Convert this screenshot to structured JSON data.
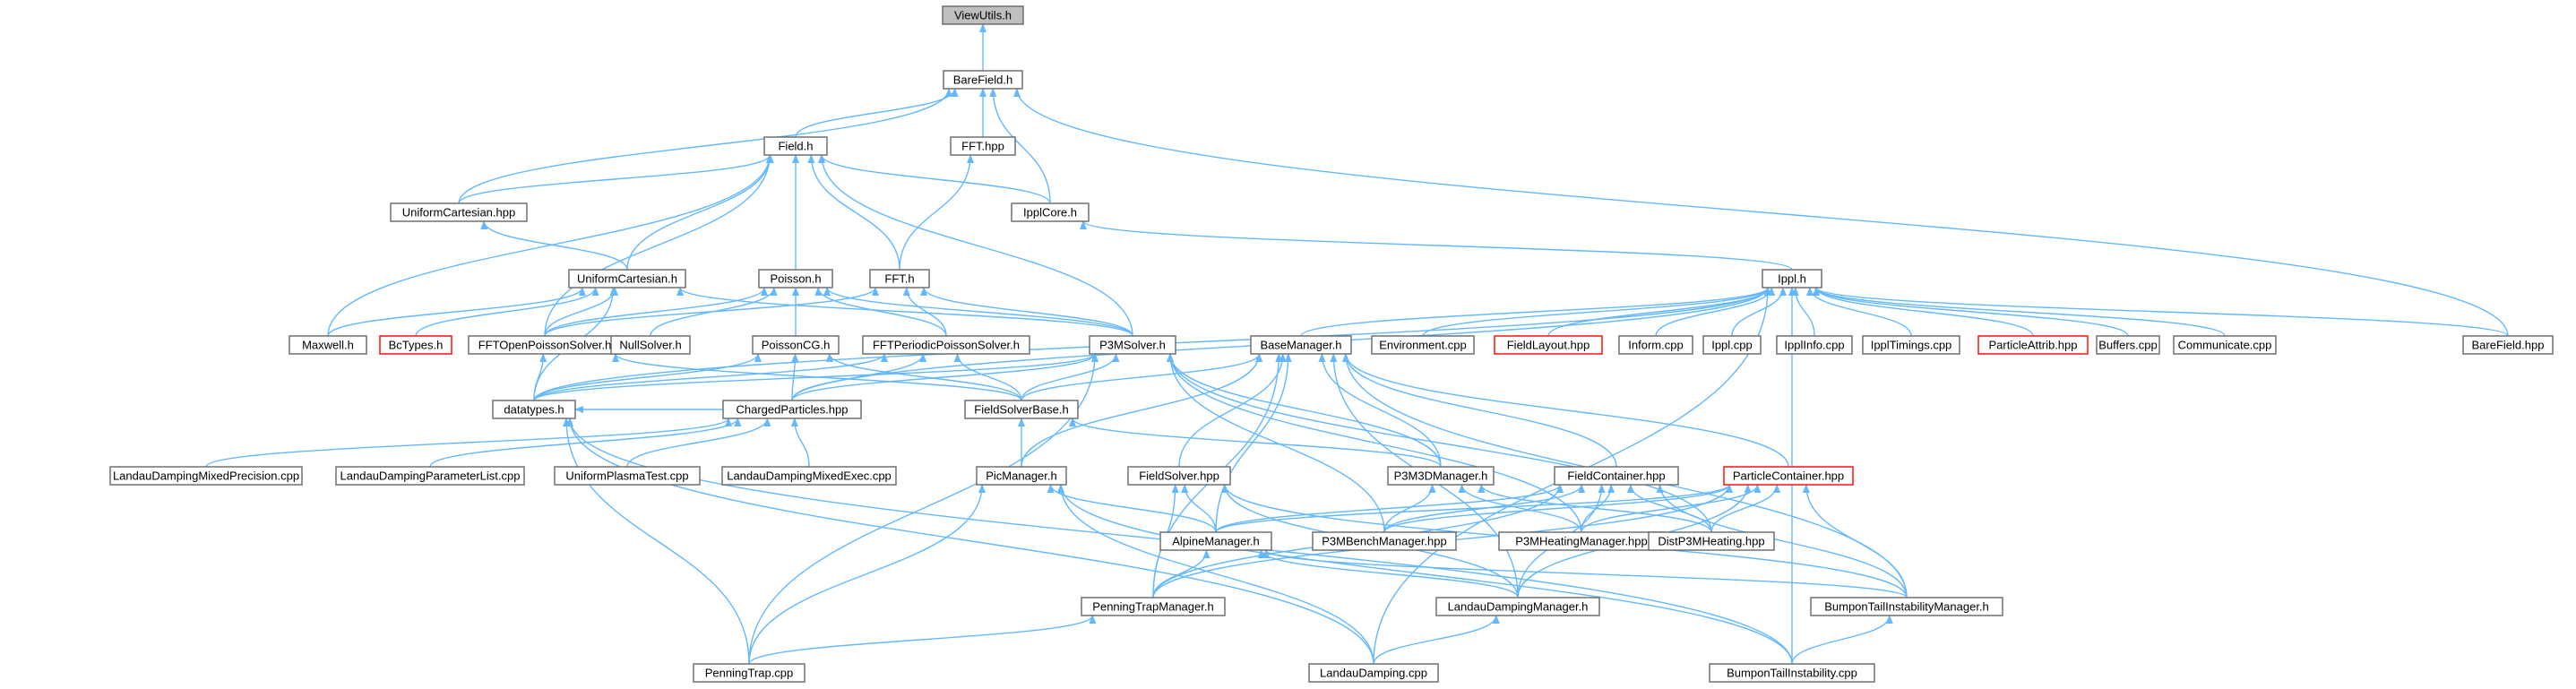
{
  "graph": {
    "title": "ViewUtils.h",
    "colors": {
      "edge": "#63b8ff",
      "node_border": "#666666",
      "root_fill": "#bfbfbf",
      "missing_border": "#ff0000"
    },
    "nodes": [
      {
        "id": "ViewUtils",
        "label": "ViewUtils.h",
        "root": true
      },
      {
        "id": "BareField_h",
        "label": "BareField.h"
      },
      {
        "id": "Field",
        "label": "Field.h"
      },
      {
        "id": "FFThpp",
        "label": "FFT.hpp"
      },
      {
        "id": "UniformCartesianhpp",
        "label": "UniformCartesian.hpp"
      },
      {
        "id": "IpplCore",
        "label": "IpplCore.h"
      },
      {
        "id": "UniformCartesian",
        "label": "UniformCartesian.h"
      },
      {
        "id": "Poisson",
        "label": "Poisson.h"
      },
      {
        "id": "FFTh",
        "label": "FFT.h"
      },
      {
        "id": "Ippl",
        "label": "Ippl.h"
      },
      {
        "id": "Maxwell",
        "label": "Maxwell.h"
      },
      {
        "id": "BcTypes",
        "label": "BcTypes.h",
        "missing": true
      },
      {
        "id": "FFTOpen",
        "label": "FFTOpenPoissonSolver.h"
      },
      {
        "id": "NullSolver",
        "label": "NullSolver.h"
      },
      {
        "id": "PoissonCG",
        "label": "PoissonCG.h"
      },
      {
        "id": "FFTPeriodic",
        "label": "FFTPeriodicPoissonSolver.h"
      },
      {
        "id": "P3MSolver",
        "label": "P3MSolver.h"
      },
      {
        "id": "BaseManager",
        "label": "BaseManager.h"
      },
      {
        "id": "Environment",
        "label": "Environment.cpp"
      },
      {
        "id": "FieldLayout",
        "label": "FieldLayout.hpp",
        "missing": true
      },
      {
        "id": "Inform",
        "label": "Inform.cpp"
      },
      {
        "id": "Ipplcpp",
        "label": "Ippl.cpp"
      },
      {
        "id": "IpplInfo",
        "label": "IpplInfo.cpp"
      },
      {
        "id": "IpplTimings",
        "label": "IpplTimings.cpp"
      },
      {
        "id": "ParticleAttrib",
        "label": "ParticleAttrib.hpp",
        "missing": true
      },
      {
        "id": "Buffers",
        "label": "Buffers.cpp"
      },
      {
        "id": "Communicate",
        "label": "Communicate.cpp"
      },
      {
        "id": "BareFieldhpp",
        "label": "BareField.hpp"
      },
      {
        "id": "datatypes",
        "label": "datatypes.h"
      },
      {
        "id": "ChargedParticles",
        "label": "ChargedParticles.hpp"
      },
      {
        "id": "FieldSolverBase",
        "label": "FieldSolverBase.h"
      },
      {
        "id": "LDMixedPrec",
        "label": "LandauDampingMixedPrecision.cpp"
      },
      {
        "id": "LDParamList",
        "label": "LandauDampingParameterList.cpp"
      },
      {
        "id": "UniformPlasma",
        "label": "UniformPlasmaTest.cpp"
      },
      {
        "id": "LDMixedExec",
        "label": "LandauDampingMixedExec.cpp"
      },
      {
        "id": "PicManager",
        "label": "PicManager.h"
      },
      {
        "id": "FieldSolverhpp",
        "label": "FieldSolver.hpp"
      },
      {
        "id": "P3M3DManager",
        "label": "P3M3DManager.h"
      },
      {
        "id": "FieldContainer",
        "label": "FieldContainer.hpp"
      },
      {
        "id": "ParticleContainer",
        "label": "ParticleContainer.hpp",
        "missing": true
      },
      {
        "id": "AlpineManager",
        "label": "AlpineManager.h"
      },
      {
        "id": "P3MBench",
        "label": "P3MBenchManager.hpp"
      },
      {
        "id": "P3MHeating",
        "label": "P3MHeatingManager.hpp"
      },
      {
        "id": "DistP3M",
        "label": "DistP3MHeating.hpp"
      },
      {
        "id": "PenningTrapManager",
        "label": "PenningTrapManager.h"
      },
      {
        "id": "LDManager",
        "label": "LandauDampingManager.h"
      },
      {
        "id": "BTIManager",
        "label": "BumponTailInstabilityManager.h"
      },
      {
        "id": "PenningTrapcpp",
        "label": "PenningTrap.cpp"
      },
      {
        "id": "LandauDampingcpp",
        "label": "LandauDamping.cpp"
      },
      {
        "id": "BTIcpp",
        "label": "BumponTailInstability.cpp"
      }
    ],
    "edges": [
      [
        "BareField_h",
        "ViewUtils"
      ],
      [
        "Field",
        "BareField_h"
      ],
      [
        "FFThpp",
        "BareField_h"
      ],
      [
        "UniformCartesianhpp",
        "BareField_h"
      ],
      [
        "IpplCore",
        "BareField_h"
      ],
      [
        "BareFieldhpp",
        "BareField_h"
      ],
      [
        "UniformCartesianhpp",
        "Field"
      ],
      [
        "UniformCartesian",
        "Field"
      ],
      [
        "Maxwell",
        "Field"
      ],
      [
        "Poisson",
        "Field"
      ],
      [
        "FFTh",
        "Field"
      ],
      [
        "IpplCore",
        "Field"
      ],
      [
        "P3MSolver",
        "Field"
      ],
      [
        "FFTOpen",
        "Field"
      ],
      [
        "FFTh",
        "FFThpp"
      ],
      [
        "UniformCartesian",
        "UniformCartesianhpp"
      ],
      [
        "Ippl",
        "IpplCore"
      ],
      [
        "Maxwell",
        "UniformCartesian"
      ],
      [
        "BcTypes",
        "UniformCartesian"
      ],
      [
        "FFTOpen",
        "UniformCartesian"
      ],
      [
        "P3MSolver",
        "UniformCartesian"
      ],
      [
        "datatypes",
        "UniformCartesian"
      ],
      [
        "FFTOpen",
        "Poisson"
      ],
      [
        "NullSolver",
        "Poisson"
      ],
      [
        "PoissonCG",
        "Poisson"
      ],
      [
        "FFTPeriodic",
        "Poisson"
      ],
      [
        "P3MSolver",
        "Poisson"
      ],
      [
        "FFTOpen",
        "FFTh"
      ],
      [
        "FFTPeriodic",
        "FFTh"
      ],
      [
        "P3MSolver",
        "FFTh"
      ],
      [
        "BaseManager",
        "Ippl"
      ],
      [
        "Environment",
        "Ippl"
      ],
      [
        "FieldLayout",
        "Ippl"
      ],
      [
        "Inform",
        "Ippl"
      ],
      [
        "Ipplcpp",
        "Ippl"
      ],
      [
        "IpplInfo",
        "Ippl"
      ],
      [
        "IpplTimings",
        "Ippl"
      ],
      [
        "ParticleAttrib",
        "Ippl"
      ],
      [
        "Buffers",
        "Ippl"
      ],
      [
        "Communicate",
        "Ippl"
      ],
      [
        "BareFieldhpp",
        "Ippl"
      ],
      [
        "ChargedParticles",
        "Ippl"
      ],
      [
        "datatypes",
        "Ippl"
      ],
      [
        "LandauDampingcpp",
        "Ippl"
      ],
      [
        "BTIcpp",
        "Ippl"
      ],
      [
        "datatypes",
        "FFTOpen"
      ],
      [
        "FieldSolverBase",
        "FFTOpen"
      ],
      [
        "datatypes",
        "PoissonCG"
      ],
      [
        "ChargedParticles",
        "PoissonCG"
      ],
      [
        "FieldSolverBase",
        "PoissonCG"
      ],
      [
        "datatypes",
        "FFTPeriodic"
      ],
      [
        "ChargedParticles",
        "FFTPeriodic"
      ],
      [
        "FieldSolverBase",
        "FFTPeriodic"
      ],
      [
        "datatypes",
        "P3MSolver"
      ],
      [
        "ChargedParticles",
        "P3MSolver"
      ],
      [
        "FieldSolverBase",
        "P3MSolver"
      ],
      [
        "P3M3DManager",
        "P3MSolver"
      ],
      [
        "P3MBench",
        "P3MSolver"
      ],
      [
        "P3MHeating",
        "P3MSolver"
      ],
      [
        "DistP3M",
        "P3MSolver"
      ],
      [
        "PenningTrapcpp",
        "P3MSolver"
      ],
      [
        "FieldSolverBase",
        "BaseManager"
      ],
      [
        "PicManager",
        "BaseManager"
      ],
      [
        "FieldSolverhpp",
        "BaseManager"
      ],
      [
        "P3M3DManager",
        "BaseManager"
      ],
      [
        "FieldContainer",
        "BaseManager"
      ],
      [
        "ParticleContainer",
        "BaseManager"
      ],
      [
        "AlpineManager",
        "BaseManager"
      ],
      [
        "PenningTrapManager",
        "BaseManager"
      ],
      [
        "LDManager",
        "BaseManager"
      ],
      [
        "BTIManager",
        "BaseManager"
      ],
      [
        "ChargedParticles",
        "datatypes"
      ],
      [
        "PenningTrapcpp",
        "datatypes"
      ],
      [
        "LandauDampingcpp",
        "datatypes"
      ],
      [
        "BTIcpp",
        "datatypes"
      ],
      [
        "LDMixedPrec",
        "ChargedParticles"
      ],
      [
        "LDParamList",
        "ChargedParticles"
      ],
      [
        "UniformPlasma",
        "ChargedParticles"
      ],
      [
        "LDMixedExec",
        "ChargedParticles"
      ],
      [
        "PicManager",
        "FieldSolverBase"
      ],
      [
        "P3M3DManager",
        "FieldSolverBase"
      ],
      [
        "AlpineManager",
        "PicManager"
      ],
      [
        "PenningTrapcpp",
        "PicManager"
      ],
      [
        "LandauDampingcpp",
        "PicManager"
      ],
      [
        "BTIcpp",
        "PicManager"
      ],
      [
        "AlpineManager",
        "FieldSolverhpp"
      ],
      [
        "PenningTrapManager",
        "FieldSolverhpp"
      ],
      [
        "LDManager",
        "FieldSolverhpp"
      ],
      [
        "BTIManager",
        "FieldSolverhpp"
      ],
      [
        "P3MBench",
        "P3M3DManager"
      ],
      [
        "P3MHeating",
        "P3M3DManager"
      ],
      [
        "DistP3M",
        "P3M3DManager"
      ],
      [
        "AlpineManager",
        "FieldContainer"
      ],
      [
        "P3MBench",
        "FieldContainer"
      ],
      [
        "P3MHeating",
        "FieldContainer"
      ],
      [
        "DistP3M",
        "FieldContainer"
      ],
      [
        "PenningTrapManager",
        "FieldContainer"
      ],
      [
        "LDManager",
        "FieldContainer"
      ],
      [
        "BTIManager",
        "FieldContainer"
      ],
      [
        "AlpineManager",
        "ParticleContainer"
      ],
      [
        "P3MBench",
        "ParticleContainer"
      ],
      [
        "P3MHeating",
        "ParticleContainer"
      ],
      [
        "DistP3M",
        "ParticleContainer"
      ],
      [
        "PenningTrapManager",
        "ParticleContainer"
      ],
      [
        "LDManager",
        "ParticleContainer"
      ],
      [
        "BTIManager",
        "ParticleContainer"
      ],
      [
        "PenningTrapManager",
        "AlpineManager"
      ],
      [
        "LDManager",
        "AlpineManager"
      ],
      [
        "BTIManager",
        "AlpineManager"
      ],
      [
        "PenningTrapcpp",
        "PenningTrapManager"
      ],
      [
        "LandauDampingcpp",
        "LDManager"
      ],
      [
        "BTIcpp",
        "BTIManager"
      ]
    ]
  }
}
